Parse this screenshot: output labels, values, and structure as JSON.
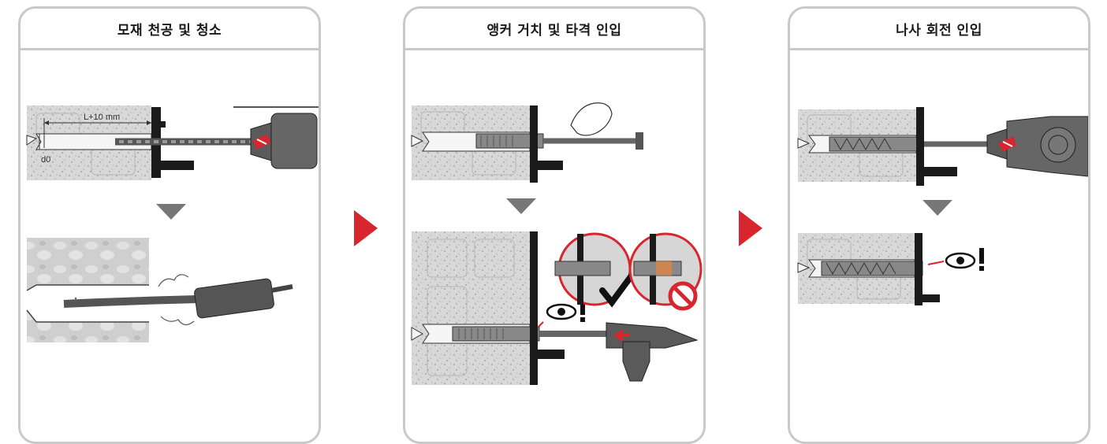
{
  "steps": [
    {
      "title": "모재 천공 및 청소",
      "dim_label": "L+10 mm",
      "dia_label": "d0"
    },
    {
      "title": "앵커 거치 및 타격 인입"
    },
    {
      "title": "나사 회전 인입"
    }
  ],
  "colors": {
    "accent": "#d8262e",
    "border": "#c9c9c9",
    "arrow_down": "#777777",
    "stone": "#d6d6d6"
  },
  "icons": [
    "step-arrow-icon",
    "down-arrow-icon",
    "eye-check-icon",
    "check-icon",
    "prohibited-icon"
  ]
}
